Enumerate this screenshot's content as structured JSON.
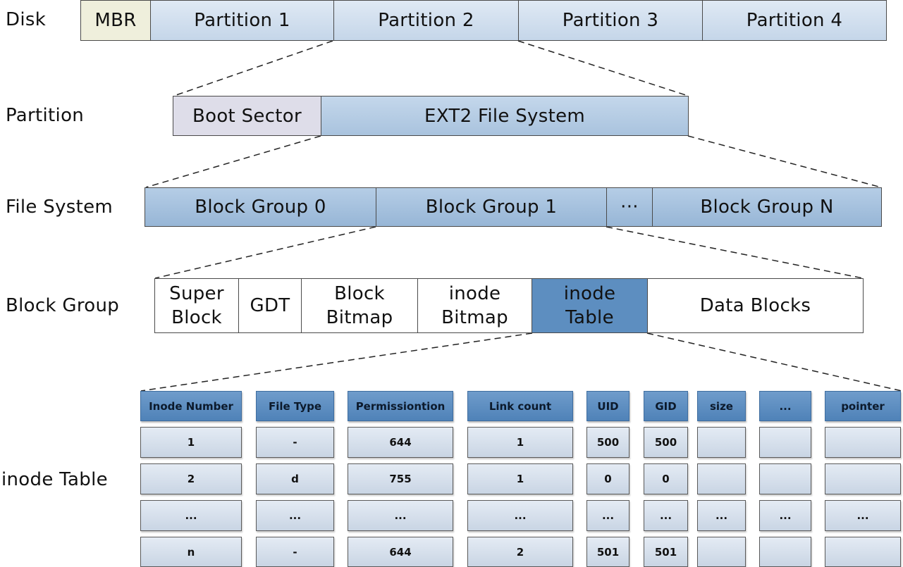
{
  "levels": {
    "disk": {
      "label": "Disk",
      "segments": [
        "MBR",
        "Partition 1",
        "Partition 2",
        "Partition 3",
        "Partition 4"
      ]
    },
    "partition": {
      "label": "Partition",
      "segments": [
        "Boot Sector",
        "EXT2 File System"
      ]
    },
    "file_system": {
      "label": "File System",
      "segments": [
        "Block Group 0",
        "Block Group 1",
        "···",
        "Block Group N"
      ]
    },
    "block_group": {
      "label": "Block Group",
      "segments": [
        "Super\nBlock",
        "GDT",
        "Block\nBitmap",
        "inode\nBitmap",
        "inode\nTable",
        "Data Blocks"
      ]
    },
    "inode_table": {
      "label": "inode Table",
      "headers": [
        "Inode Number",
        "File Type",
        "Permissiontion",
        "Link count",
        "UID",
        "GID",
        "size",
        "...",
        "pointer"
      ],
      "rows": [
        [
          "1",
          "-",
          "644",
          "1",
          "500",
          "500",
          "",
          "",
          ""
        ],
        [
          "2",
          "d",
          "755",
          "1",
          "0",
          "0",
          "",
          "",
          ""
        ],
        [
          "...",
          "...",
          "...",
          "...",
          "...",
          "...",
          "...",
          "...",
          "..."
        ],
        [
          "n",
          "-",
          "644",
          "2",
          "501",
          "501",
          "",
          "",
          ""
        ]
      ]
    }
  },
  "colors": {
    "light_blue": "#c5d6e9",
    "mid_blue": "#97b6d6",
    "dark_blue": "#5d8ec0",
    "mbr_cream": "#efefdc",
    "boot_lavender": "#dedde9",
    "header_blue": "#4f82b8"
  }
}
